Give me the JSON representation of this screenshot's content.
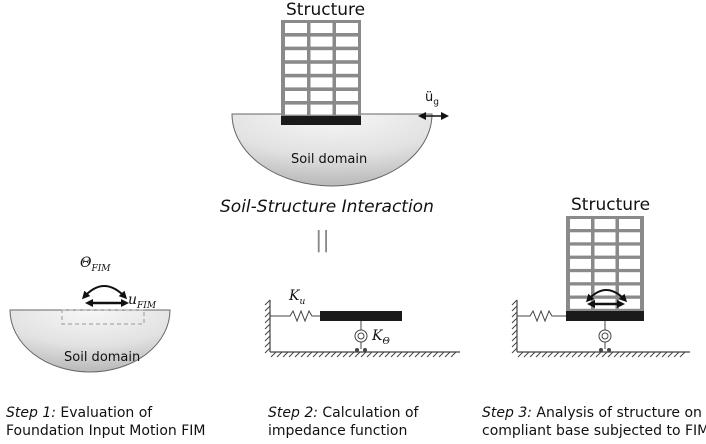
{
  "labels": {
    "structure_top": "Structure",
    "soil_top": "Soil domain",
    "ground_accel_base": "ü",
    "ground_accel_sub": "g",
    "ssi": "Soil-Structure Interaction",
    "equals": "||",
    "theta_base": "Θ",
    "theta_sub": "FIM",
    "u_base": "u",
    "u_sub": "FIM",
    "soil_bottom": "Soil domain",
    "ku_base": "K",
    "ku_sub": "u",
    "ktheta_base": "K",
    "ktheta_sub": "Θ",
    "structure_right": "Structure"
  },
  "captions": {
    "step1_label": "Step 1:",
    "step1_line1": "Evaluation of",
    "step1_line2": "Foundation Input Motion FIM",
    "step2_label": "Step 2:",
    "step2_line1": "Calculation of",
    "step2_line2": "impedance function",
    "step3_label": "Step 3:",
    "step3_line1": "Analysis of structure on",
    "step3_line2": "compliant base subjected to FIM"
  },
  "colors": {
    "frame": "#8a8a8a",
    "foundation": "#1a1a1a",
    "soil_light": "#f4f4f4",
    "soil_dark": "#c9c9c9"
  }
}
